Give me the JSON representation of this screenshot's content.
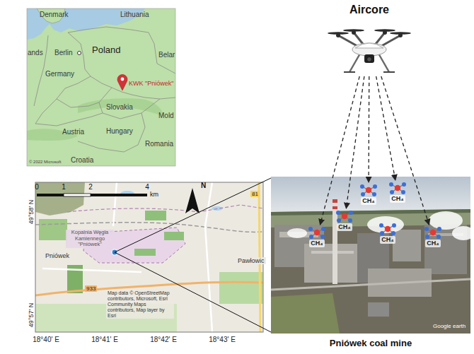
{
  "diagram": {
    "nodes": [
      {
        "text": [
          "Aircore"
        ]
      },
      {
        "text": [
          "Pniówek coal mine"
        ]
      },
      {
        "text": [
          "CH₄"
        ],
        "in": 1
      },
      {
        "text": [
          "CH₄"
        ],
        "in": 1
      },
      {
        "text": [
          "CH₄"
        ],
        "in": 1
      },
      {
        "text": [
          "CH₄"
        ],
        "in": 1
      },
      {
        "text": [
          "CH₄"
        ],
        "in": 1
      },
      {
        "text": [
          "CH₄"
        ],
        "in": 1
      }
    ],
    "edges": [
      {
        "from": 0,
        "to": 2,
        "arrow": "to"
      },
      {
        "from": 0,
        "to": 3,
        "arrow": "to"
      },
      {
        "from": 0,
        "to": 4,
        "arrow": "to"
      },
      {
        "from": 0,
        "to": 6,
        "arrow": "to"
      },
      {
        "from": 0,
        "to": 7,
        "arrow": "to"
      }
    ],
    "labels": [
      "Denmark",
      "Lithuania",
      "ands",
      "Berlin",
      "Poland",
      "Belar",
      "Germany",
      "KWK \"Pniówek\"",
      "Slovakia",
      "Austria",
      "Hungary",
      "Mold",
      "Romania",
      "Croatia",
      "© 2022 Microsoft",
      "0",
      "1",
      "2",
      "4",
      "km",
      "N",
      "81",
      "Kopalnia Węgla Kamiennego \"Pniówek\"",
      "Pniówek",
      "Pawłowic",
      "933",
      "Map data © OpenStreetMap contributors, Microsoft, Esri Community Maps contributors, Map layer by Esri",
      "49°58' N",
      "49°57' N",
      "18°40' E",
      "18°41' E",
      "18°42' E",
      "18°43' E",
      "Google earth"
    ]
  }
}
